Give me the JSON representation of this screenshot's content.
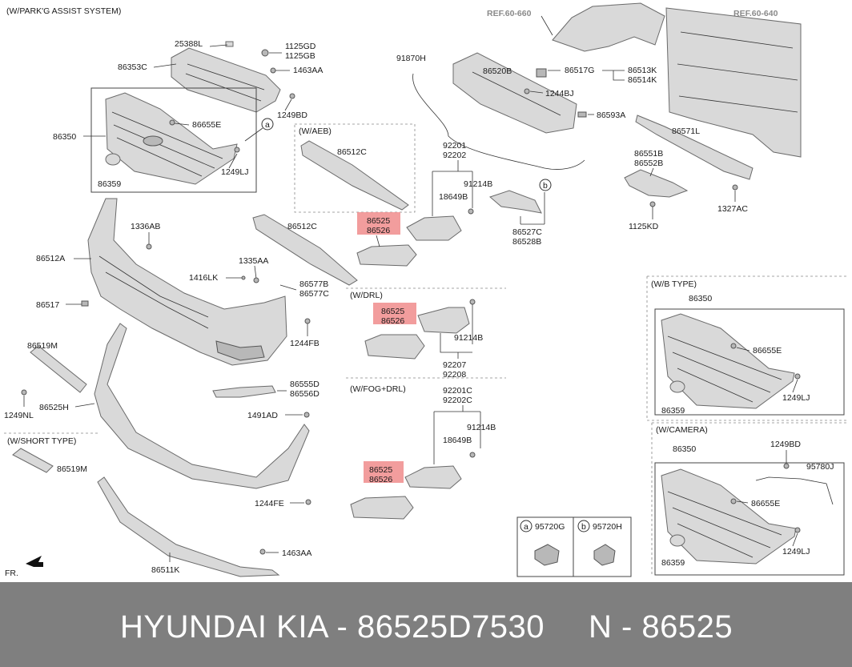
{
  "sections": {
    "parking_assist": "(W/PARK'G ASSIST SYSTEM)",
    "aeb": "(W/AEB)",
    "drl": "(W/DRL)",
    "fog_drl": "(W/FOG+DRL)",
    "short_type": "(W/SHORT TYPE)",
    "wb_type": "(W/B TYPE)",
    "camera": "(W/CAMERA)"
  },
  "refs": [
    "REF.60-660",
    "REF.60-640"
  ],
  "parts": {
    "p25388L": "25388L",
    "p1125GD": "1125GD",
    "p1125GB": "1125GB",
    "p86353C": "86353C",
    "p1463AA_top": "1463AA",
    "p1249BD": "1249BD",
    "p86350": "86350",
    "p86655E": "86655E",
    "p86359": "86359",
    "p1249LJ": "1249LJ",
    "p91870H": "91870H",
    "p86520B": "86520B",
    "p86517G": "86517G",
    "p86513K": "86513K",
    "p86514K": "86514K",
    "p1244BJ": "1244BJ",
    "p86593A": "86593A",
    "p86571L": "86571L",
    "p86551B": "86551B",
    "p86552B": "86552B",
    "p1327AC": "1327AC",
    "p1125KD": "1125KD",
    "p86512C_aeb": "86512C",
    "p92201": "92201",
    "p92202": "92202",
    "p91214B": "91214B",
    "p18649B": "18649B",
    "p86525": "86525",
    "p86526": "86526",
    "p86527C": "86527C",
    "p86528B": "86528B",
    "p86512C": "86512C",
    "p1336AB": "1336AB",
    "p86512A": "86512A",
    "p1335AA": "1335AA",
    "p1416LK": "1416LK",
    "p86577B": "86577B",
    "p86577C": "86577C",
    "p86517": "86517",
    "p1244FB": "1244FB",
    "p86519M": "86519M",
    "p86555D": "86555D",
    "p86556D": "86556D",
    "p1249NL": "1249NL",
    "p86525H": "86525H",
    "p1491AD": "1491AD",
    "p92207": "92207",
    "p92208": "92208",
    "p92201C": "92201C",
    "p92202C": "92202C",
    "p1244FE": "1244FE",
    "p1463AA_bot": "1463AA",
    "p86511K": "86511K",
    "p95720G": "95720G",
    "p95720H": "95720H",
    "p95780J": "95780J",
    "circle_a": "a",
    "circle_b": "b"
  },
  "direction_label": "FR.",
  "footer": {
    "left": "HYUNDAI  KIA - 86525D7530",
    "right": "N - 86525"
  }
}
